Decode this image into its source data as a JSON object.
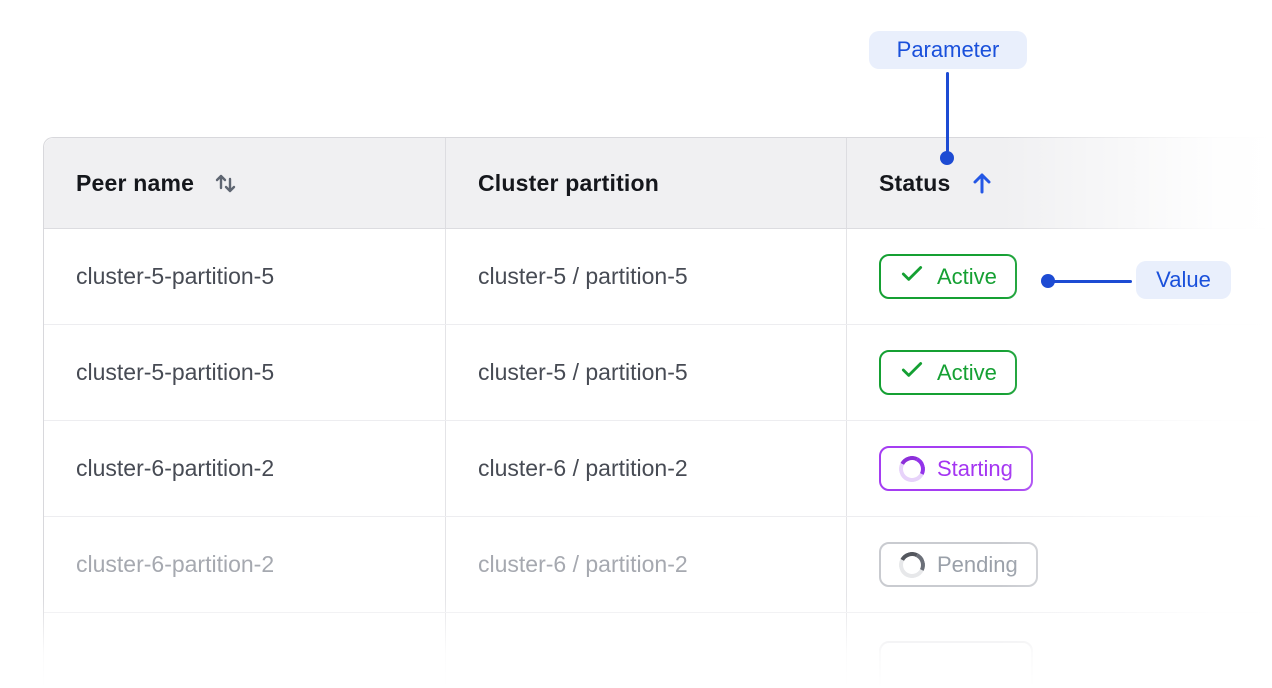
{
  "annotations": {
    "parameter": {
      "label": "Parameter"
    },
    "value": {
      "label": "Value"
    },
    "accent_color": "#1d4bd3",
    "pill_bg": "#e9effc"
  },
  "table": {
    "columns": [
      {
        "label": "Peer name",
        "sortable": true,
        "sort_state": "none"
      },
      {
        "label": "Cluster partition",
        "sortable": false
      },
      {
        "label": "Status",
        "sortable": true,
        "sort_state": "ascending"
      }
    ],
    "rows": [
      {
        "peer_name": "cluster-5-partition-5",
        "cluster_partition": "cluster-5 / partition-5",
        "status": "Active",
        "status_kind": "active"
      },
      {
        "peer_name": "cluster-5-partition-5",
        "cluster_partition": "cluster-5 / partition-5",
        "status": "Active",
        "status_kind": "active"
      },
      {
        "peer_name": "cluster-6-partition-2",
        "cluster_partition": "cluster-6 / partition-2",
        "status": "Starting",
        "status_kind": "starting"
      },
      {
        "peer_name": "cluster-6-partition-2",
        "cluster_partition": "cluster-6 / partition-2",
        "status": "Pending",
        "status_kind": "pending",
        "muted": true
      }
    ],
    "status_colors": {
      "active": "#15a033",
      "starting": "#a435f2",
      "pending": "#9aa0a9"
    },
    "header_bg": "#f0f0f2"
  }
}
